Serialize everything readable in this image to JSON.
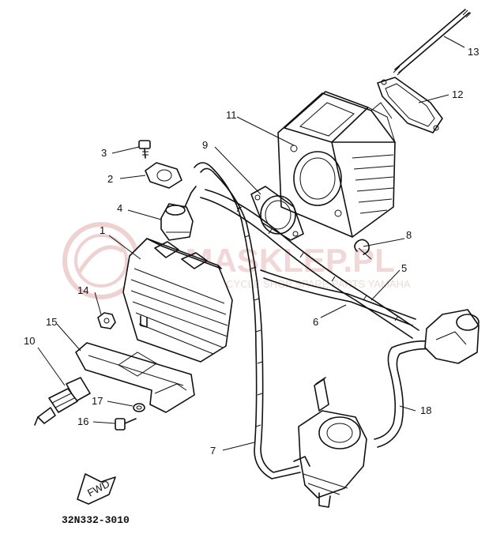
{
  "watermark": {
    "brand": "YAMASKLEP.PL",
    "tagline": "MOTORCYCLE SHOP SPARE PARTS YAMAHA",
    "color": "#e7b7b7"
  },
  "callouts": {
    "c1": "1",
    "c2": "2",
    "c3": "3",
    "c4": "4",
    "c5": "5",
    "c6": "6",
    "c7": "7",
    "c8": "8",
    "c9": "9",
    "c10": "10",
    "c11": "11",
    "c12": "12",
    "c13": "13",
    "c14": "14",
    "c15": "15",
    "c16": "16",
    "c17": "17",
    "c18": "18"
  },
  "fwd_label": "FWD",
  "part_number": "32N332-3010"
}
